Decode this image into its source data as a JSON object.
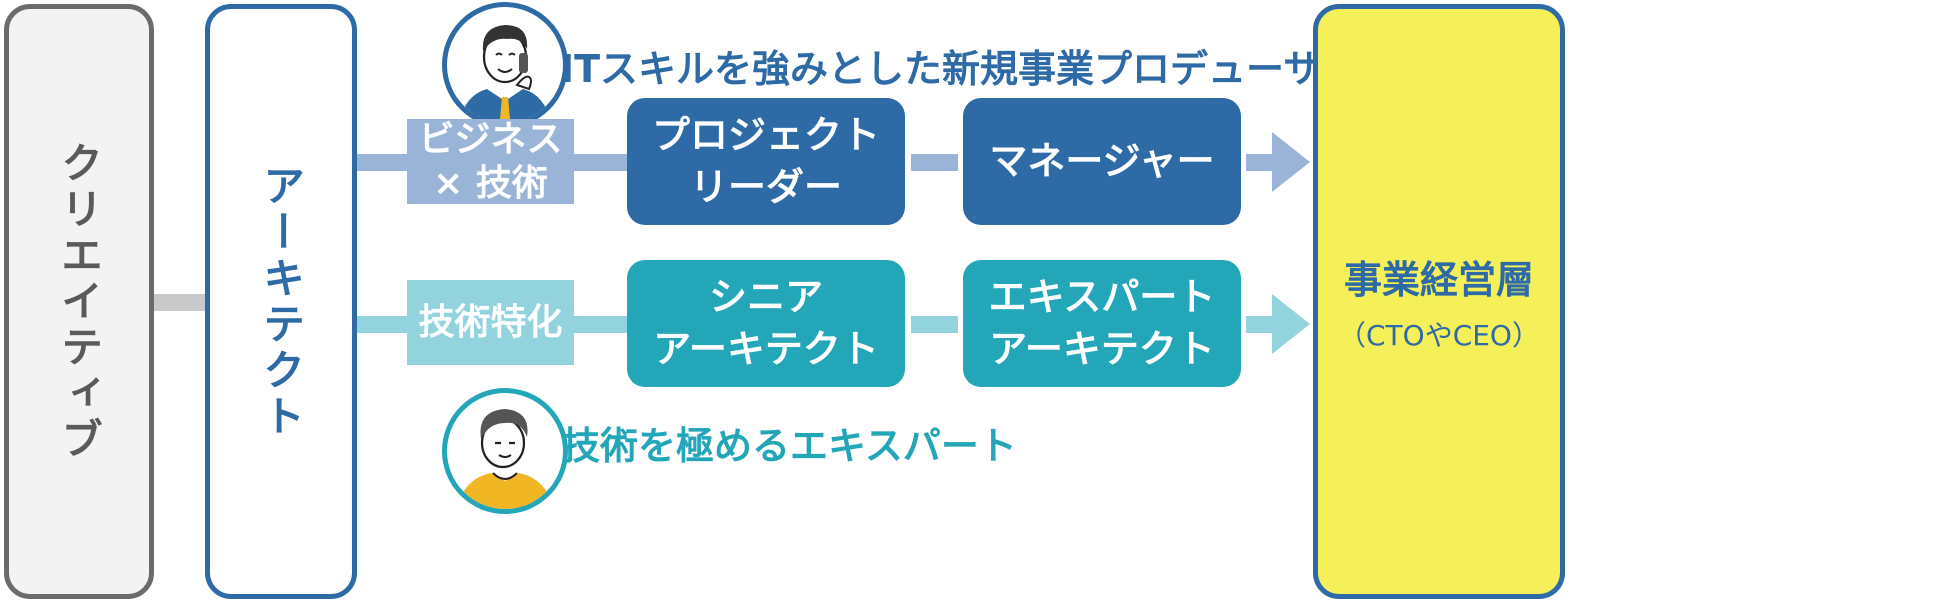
{
  "creative": {
    "label": "クリエイティブ"
  },
  "architect": {
    "label": "アーキテクト"
  },
  "business_path": {
    "title": "ITスキルを強みとした新規事業プロデューサ",
    "category": [
      "ビジネス",
      "× 技術"
    ],
    "step1": [
      "プロジェクト",
      "リーダー"
    ],
    "step2": [
      "マネージャー"
    ]
  },
  "tech_path": {
    "title": "技術を極めるエキスパート",
    "category": [
      "技術特化"
    ],
    "step1": [
      "シニア",
      "アーキテクト"
    ],
    "step2": [
      "エキスパート",
      "アーキテクト"
    ]
  },
  "goal": {
    "title": "事業経営層",
    "subtitle": "（CTOやCEO）"
  },
  "colors": {
    "gray_border": "#6b6b6b",
    "gray_fill": "#f3f3f3",
    "navy": "#2d6aa6",
    "navy_light": "#99b4d6",
    "teal": "#24a6b9",
    "teal_light": "#92d3dd",
    "goal_fill": "#f5f05a"
  },
  "icons": {
    "business_avatar": "businessman-phone-icon",
    "tech_avatar": "engineer-icon"
  }
}
